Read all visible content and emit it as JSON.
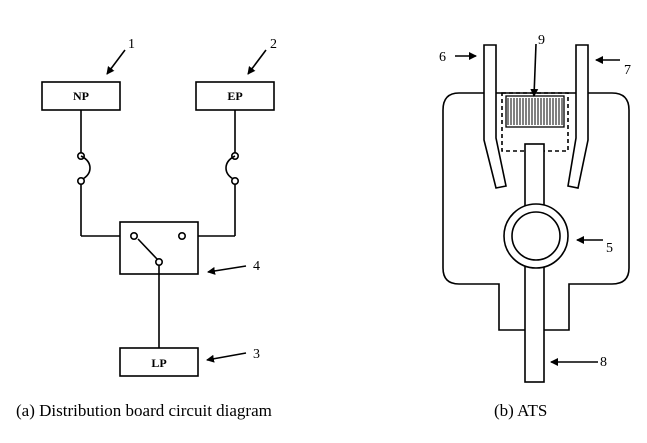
{
  "left_diagram": {
    "boxes": {
      "np": "NP",
      "ep": "EP",
      "lp": "LP"
    },
    "callouts": {
      "n1": "1",
      "n2": "2",
      "n3": "3",
      "n4": "4"
    },
    "caption": "(a)  Distribution  board  circuit  diagram"
  },
  "right_diagram": {
    "callouts": {
      "n5": "5",
      "n6": "6",
      "n7": "7",
      "n8": "8",
      "n9": "9"
    },
    "caption": "(b)  ATS"
  }
}
